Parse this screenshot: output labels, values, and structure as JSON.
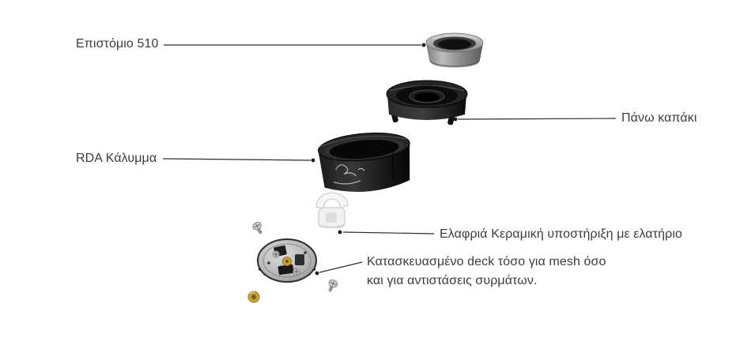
{
  "page": {
    "background": "#ffffff"
  },
  "labels": {
    "drip_tip": "Επιστόμιο 510",
    "top_cap": "Πάνω καπάκι",
    "barrel": "RDA Κάλυμμα",
    "ceramic_support": "Ελαφριά Κεραμική υποστήριξη με ελατήριο",
    "deck_line1": "Κατασκευασμένο deck τόσο για mesh όσο",
    "deck_line2": "και για αντιστάσεις συρμάτων."
  },
  "parts": [
    {
      "id": "drip-tip-510",
      "color": "#8f8f8f"
    },
    {
      "id": "top-cap",
      "color": "#161616"
    },
    {
      "id": "rda-barrel",
      "color": "#161616"
    },
    {
      "id": "ceramic-spring-support",
      "color": "#f4f4f4"
    },
    {
      "id": "build-deck",
      "color": "#b5b5b5"
    },
    {
      "id": "side-screws",
      "color": "#c0c0c0"
    },
    {
      "id": "gold-pin",
      "color": "#c9a437"
    }
  ],
  "style": {
    "label_text_color": "#3d3d3d",
    "leader_line_color": "#2f2f2f"
  }
}
